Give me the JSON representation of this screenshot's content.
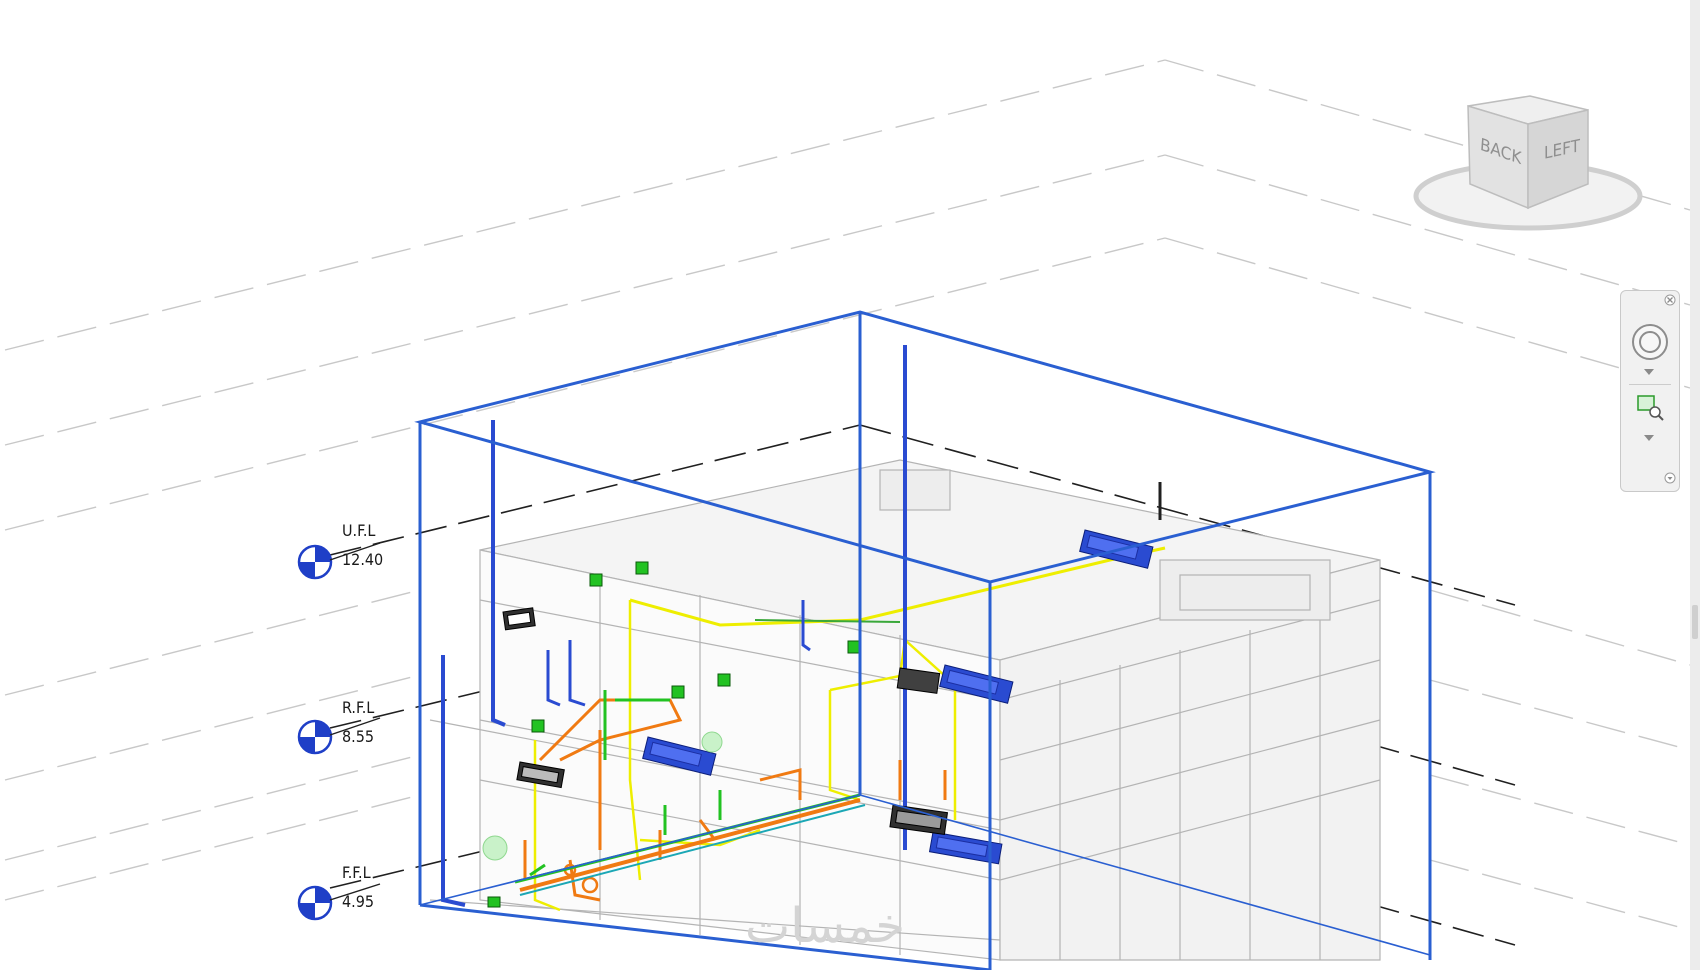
{
  "app": {
    "view_type": "3D view"
  },
  "levels": [
    {
      "name": "U.F.L",
      "elevation": "12.40"
    },
    {
      "name": "R.F.L",
      "elevation": "8.55"
    },
    {
      "name": "F.F.L",
      "elevation": "4.95"
    }
  ],
  "viewcube": {
    "face_back": "BACK",
    "face_left": "LEFT"
  },
  "navbar": {
    "icons": [
      "steering-wheel-icon",
      "zoom-region-icon"
    ]
  },
  "watermark": {
    "text": "خمسات"
  },
  "colors": {
    "section_box": "#2a5fd1",
    "pipes_blue": "#2a4bd1",
    "pipes_orange": "#f07a12",
    "pipes_green": "#22c222",
    "pipes_yellow": "#eeee00",
    "building_lines": "#b4b4b4"
  }
}
